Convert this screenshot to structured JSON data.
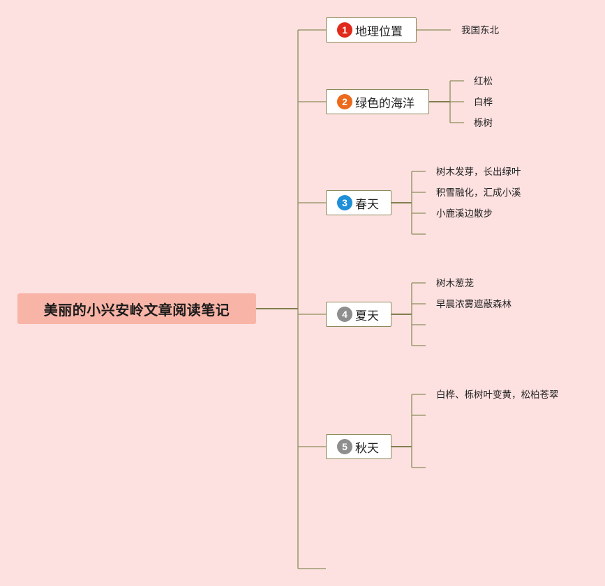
{
  "root": {
    "label": "美丽的小兴安岭文章阅读笔记"
  },
  "topics": [
    {
      "num": "1",
      "label": "地理位置",
      "color": "#e02a1b",
      "leaves": [
        "我国东北"
      ]
    },
    {
      "num": "2",
      "label": "绿色的海洋",
      "color": "#ec6a1c",
      "leaves": [
        "红松",
        "白桦",
        "栎树"
      ]
    },
    {
      "num": "3",
      "label": "春天",
      "color": "#1e8fd8",
      "leaves": [
        "树木发芽，长出绿叶",
        "积雪融化，汇成小溪",
        "小鹿溪边散步",
        ""
      ]
    },
    {
      "num": "4",
      "label": "夏天",
      "color": "#8e8e8e",
      "leaves": [
        "树木葱茏",
        "早晨浓雾遮蔽森林",
        "",
        ""
      ]
    },
    {
      "num": "5",
      "label": "秋天",
      "color": "#8e8e8e",
      "leaves": [
        "白桦、栎树叶变黄，松柏苍翠",
        "",
        ""
      ]
    }
  ],
  "colors": {
    "background": "#fde1e0",
    "root_fill": "#f8b4a7",
    "line": "#8c8c5a"
  }
}
